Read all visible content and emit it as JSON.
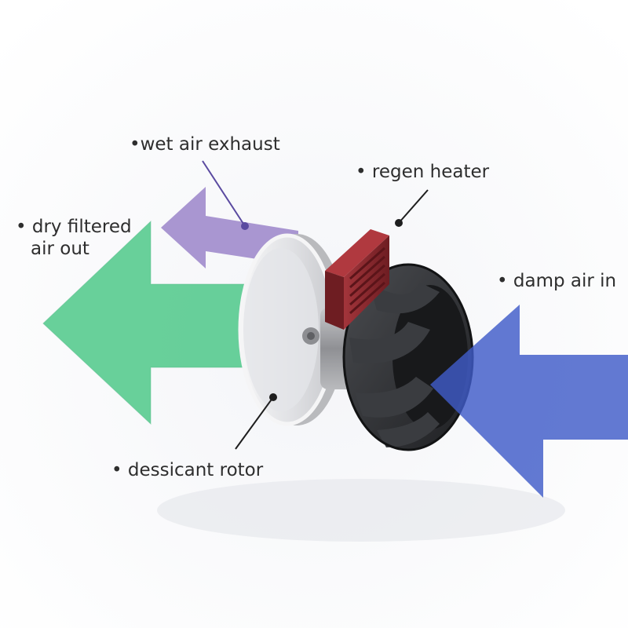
{
  "labels": {
    "wet_air_exhaust": "•wet air exhaust",
    "regen_heater": "• regen heater",
    "dry_filtered_air_out_line1": "• dry filtered",
    "dry_filtered_air_out_line2": "air out",
    "damp_air_in": "• damp air in",
    "dessicant_rotor": "• dessicant rotor"
  },
  "colors": {
    "dry_air_arrow": "#4fc98a",
    "wet_exhaust_arrow": "#9b85c9",
    "damp_air_arrow": "#3f5bc8",
    "heater": "#8e2a30",
    "fan": "#2f3134",
    "rotor": "#dcdde0",
    "leader_line": "#1e1e1e",
    "wet_leader_line": "#5a4aa0"
  }
}
